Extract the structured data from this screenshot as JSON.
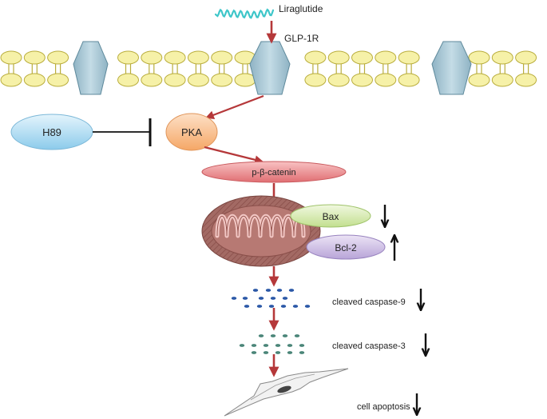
{
  "labels": {
    "ligand": "Liraglutide",
    "receptor": "GLP-1R",
    "inhibitor": "H89",
    "kinase": "PKA",
    "catenin": "p-β-catenin",
    "bax": "Bax",
    "bcl2": "Bcl-2",
    "caspase9": "cleaved caspase-9",
    "caspase3": "cleaved caspase-3",
    "apoptosis": "cell apoptosis"
  },
  "regulation": {
    "bax": "down",
    "bcl2": "up",
    "caspase9": "down",
    "caspase3": "down",
    "apoptosis": "down"
  },
  "colors": {
    "arrow": "#b5383a",
    "membrane_head": "#f6f1a8",
    "membrane_head_stroke": "#b9ad3c",
    "membrane_tail": "#b9ad3c",
    "receptor": "#a9c6d3",
    "receptor_stroke": "#5f8a9c",
    "ligand": "#3ec6c9",
    "inhibitor": "#bfe3f7",
    "kinase": "#f8bc8b",
    "catenin": "#ee8f92",
    "mitochondrion": "#9c5e5a",
    "bax": "#d9ecb4",
    "bcl2": "#d0c2e5",
    "caspase9": "#2b58a7",
    "caspase3": "#4a8578"
  }
}
